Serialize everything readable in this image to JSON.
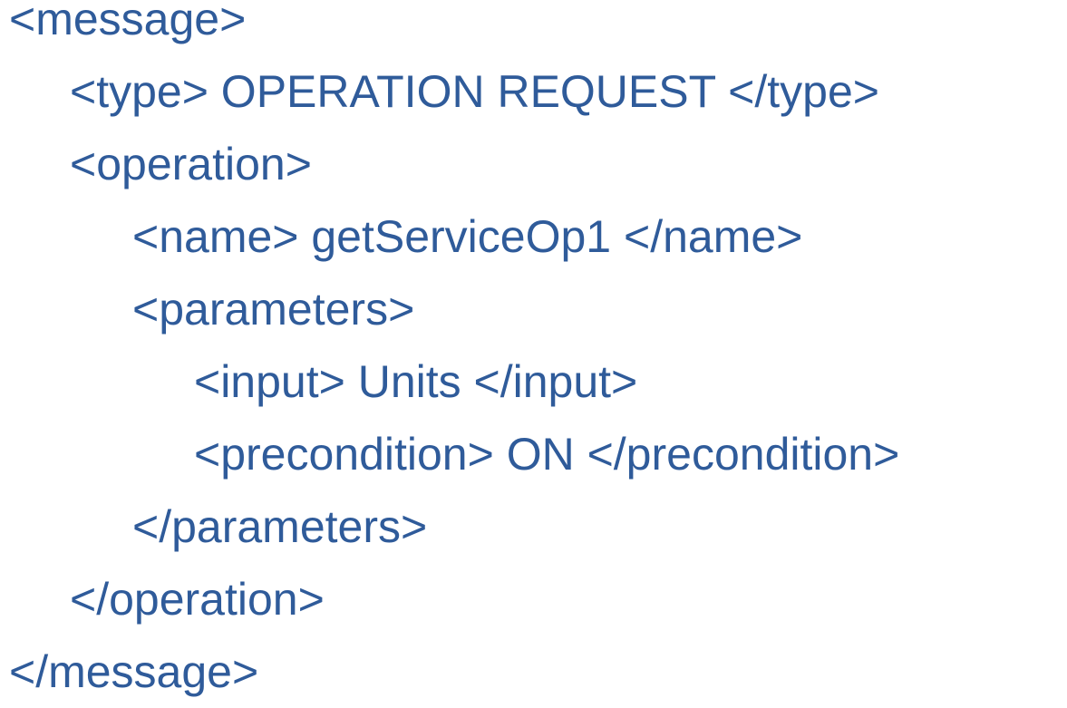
{
  "xml_snippet": {
    "lines": [
      "<message>",
      "<type> OPERATION REQUEST </type>",
      "<operation>",
      "<name> getServiceOp1 </name>",
      "<parameters>",
      "<input> Units </input>",
      "<precondition> ON </precondition>",
      "</parameters>",
      "</operation>",
      "</message>"
    ]
  },
  "colors": {
    "text": "#2f5b9a",
    "background": "#ffffff"
  }
}
